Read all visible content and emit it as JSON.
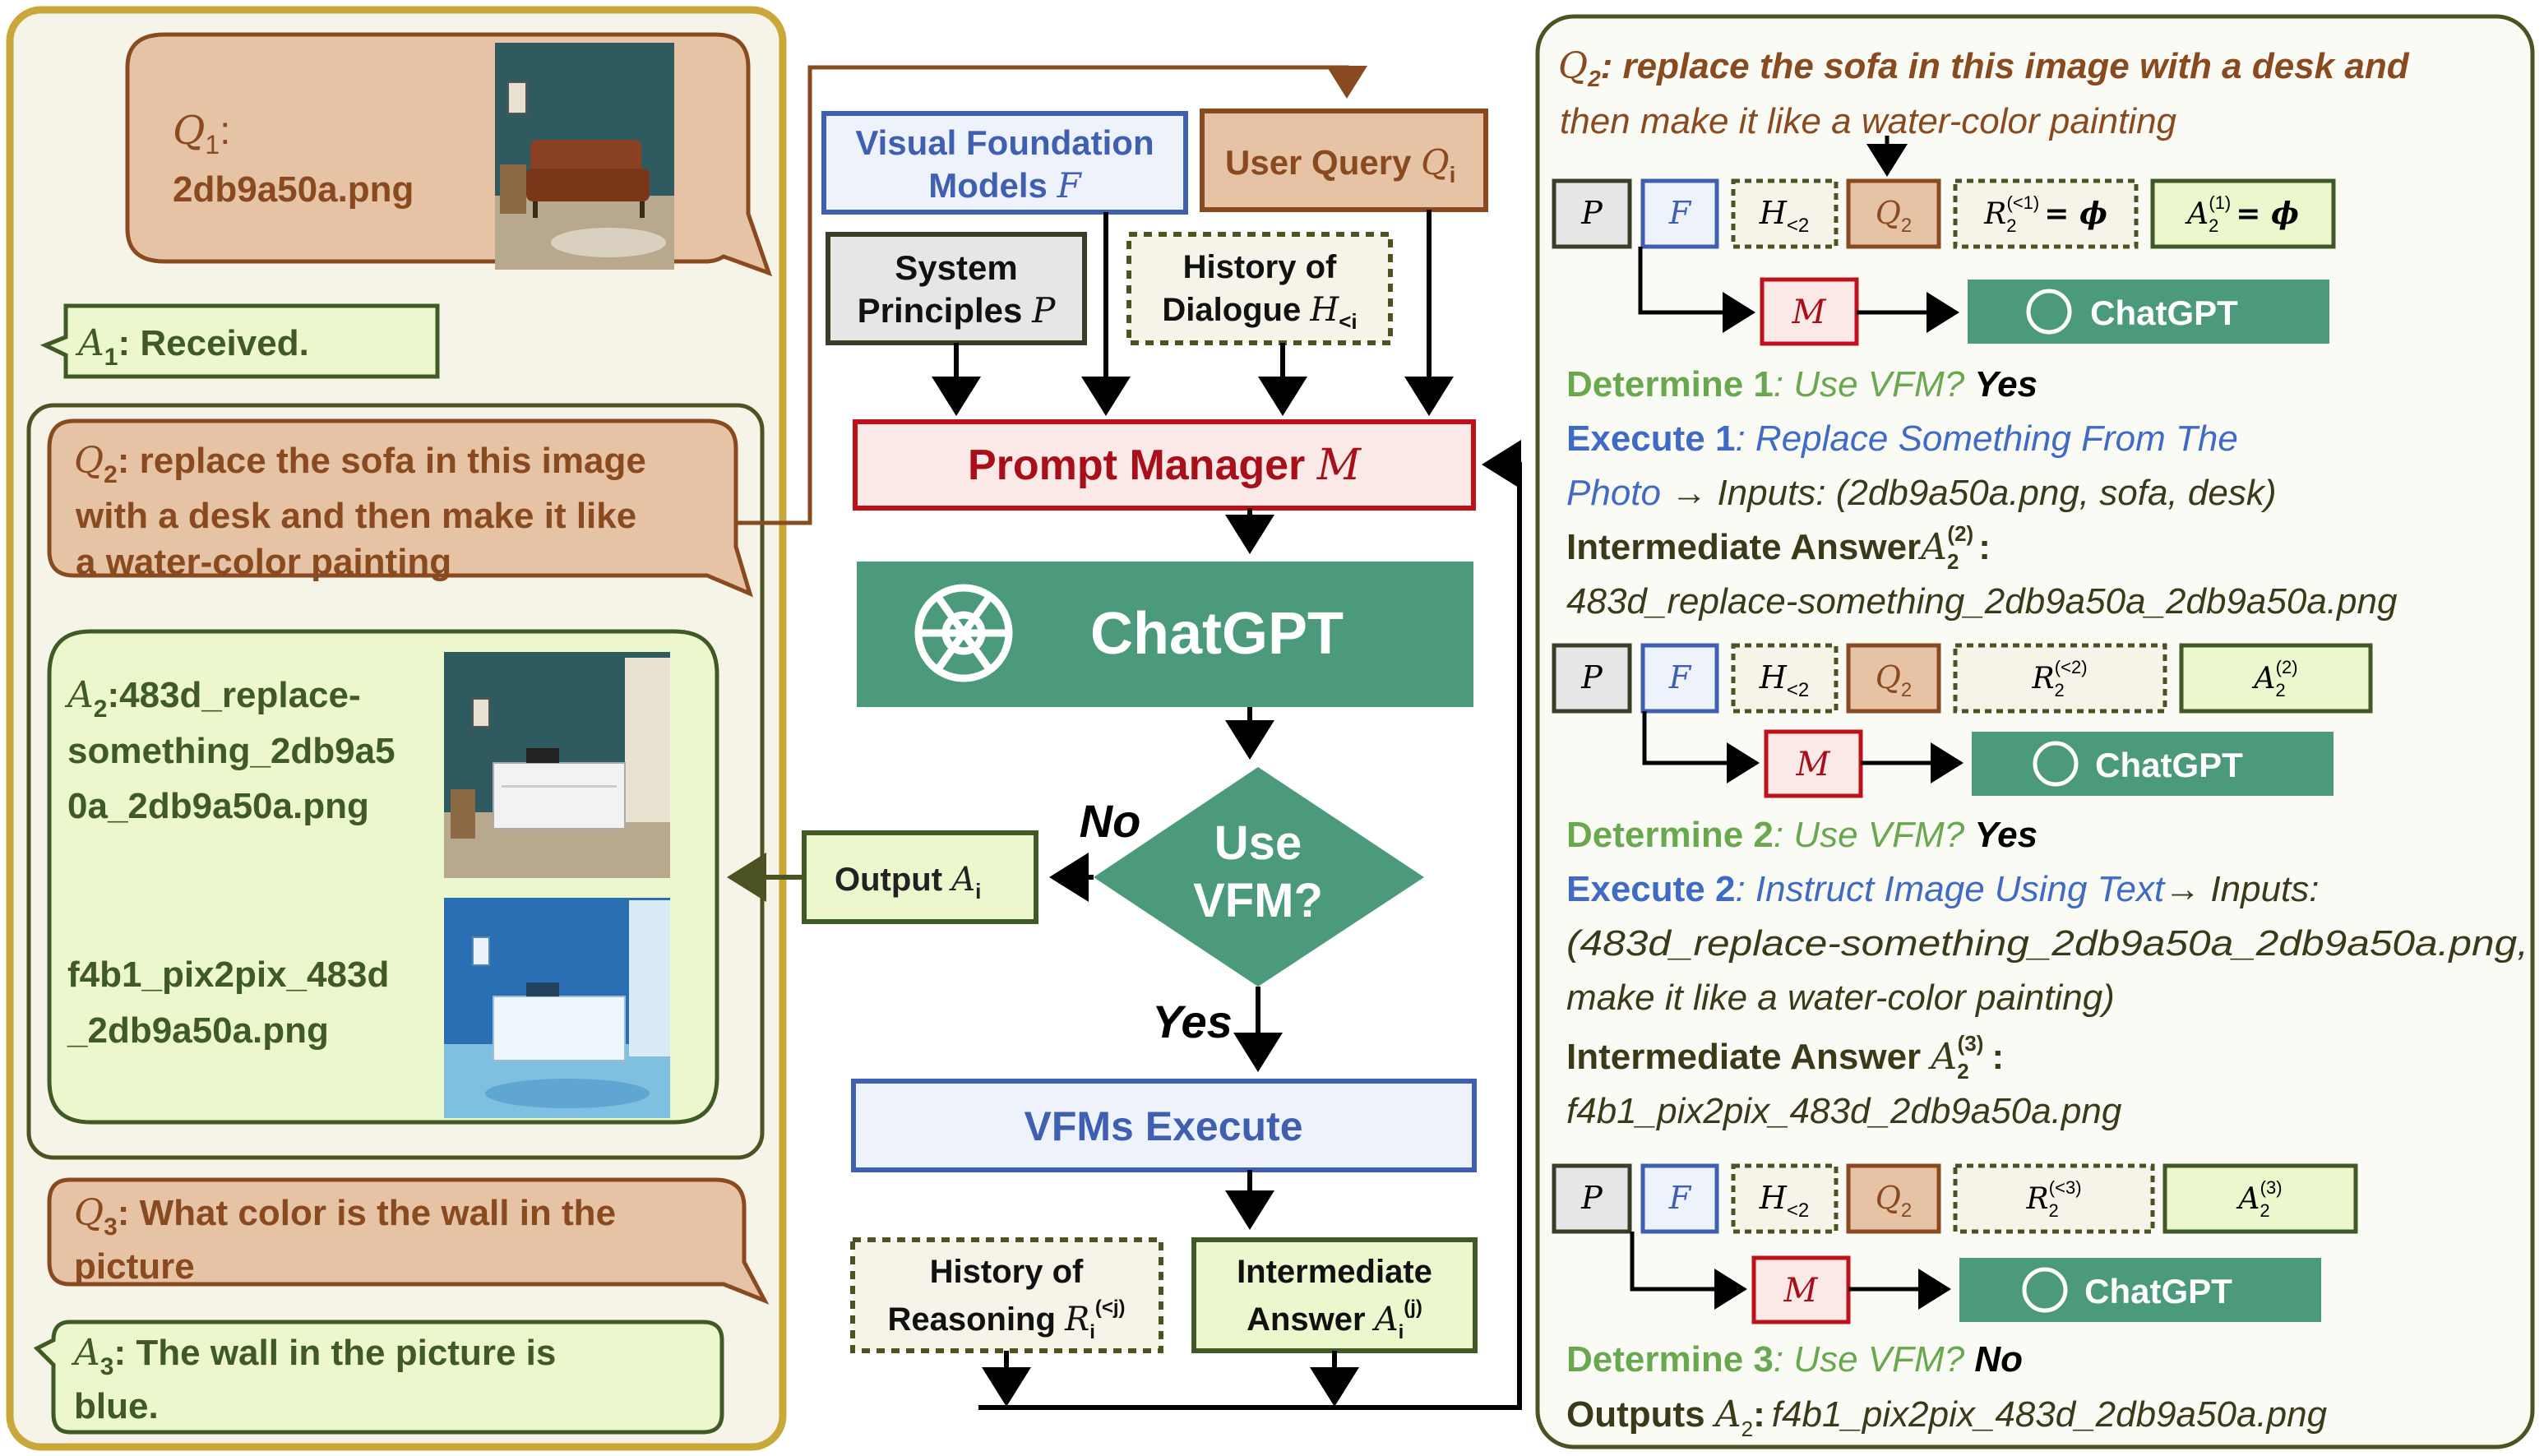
{
  "left_panel": {
    "q1": {
      "sym": "Q",
      "sub": "1",
      "colon": ":",
      "file": "2db9a50a.png"
    },
    "a1": {
      "sym": "A",
      "sub": "1",
      "text": ": Received."
    },
    "q2": {
      "sym": "Q",
      "sub": "2",
      "lines": [
        ": replace the sofa in this image",
        "with a desk and then make it like",
        "a water-color painting"
      ]
    },
    "a2": {
      "sym": "A",
      "sub": "2",
      "lines": [
        ":483d_replace-",
        "something_2db9a5",
        "0a_2db9a50a.png"
      ],
      "file2_lines": [
        "f4b1_pix2pix_483d",
        "_2db9a50a.png"
      ]
    },
    "q3": {
      "sym": "Q",
      "sub": "3",
      "lines": [
        ": What color is the wall in the",
        "picture"
      ]
    },
    "a3": {
      "sym": "A",
      "sub": "3",
      "lines": [
        ": The wall in the picture is",
        "blue."
      ]
    }
  },
  "middle": {
    "vfm": {
      "line1": "Visual Foundation",
      "line2": "Models",
      "sym": "F"
    },
    "user_query": {
      "text": "User Query",
      "sym": "Q",
      "sub": "i"
    },
    "system": {
      "line1": "System",
      "line2": "Principles",
      "sym": "P"
    },
    "history_dialogue": {
      "line1": "History of",
      "line2": "Dialogue",
      "sym": "H",
      "sub": "<i"
    },
    "prompt_manager": {
      "text": "Prompt  Manager",
      "sym": "M"
    },
    "chatgpt": "ChatGPT",
    "decision": {
      "line1": "Use",
      "line2": "VFM?"
    },
    "no_label": "No",
    "yes_label": "Yes",
    "output": {
      "text": "Output",
      "sym": "A",
      "sub": "i"
    },
    "vfms_execute": "VFMs Execute",
    "history_reasoning": {
      "line1": "History of",
      "line2": "Reasoning",
      "sym": "R",
      "sub": "i",
      "sup": "(<j)"
    },
    "intermediate": {
      "line1": "Intermediate",
      "line2": "Answer",
      "sym": "A",
      "sub": "i",
      "sup": "(j)"
    }
  },
  "right_panel": {
    "query": {
      "sym": "Q",
      "sub": "2",
      "line1": ": replace the sofa in this image with a desk and",
      "line2": "then make it like a water-color painting"
    },
    "chips": {
      "p": "P",
      "f": "F",
      "h": "H",
      "h_sub": "<2",
      "q": "Q",
      "q_sub": "2",
      "r": "R",
      "r_sub": "2",
      "m": "M",
      "a": "A",
      "a_sub": "2",
      "phi": "= ϕ"
    },
    "row1": {
      "r_sup": "(<1)",
      "a_sup": "(1)"
    },
    "row2": {
      "r_sup": "(<2)",
      "a_sup": "(2)"
    },
    "row3": {
      "r_sup": "(<3)",
      "a_sup": "(3)"
    },
    "chatgpt": "ChatGPT",
    "step1": {
      "determine_label": "Determine 1",
      "determine_q": ": Use VFM?",
      "determine_a": "Yes",
      "execute_label": "Execute 1",
      "execute_tool_a": ": Replace Something From The",
      "execute_tool_b": "Photo",
      "arrow": "→",
      "inputs": " Inputs: (2db9a50a.png, sofa, desk)",
      "intermediate_label": "Intermediate Answer",
      "ia_sup": "(2)",
      "ia_colon": ":",
      "answer_file": "483d_replace-something_2db9a50a_2db9a50a.png"
    },
    "step2": {
      "determine_label": "Determine 2",
      "determine_q": ": Use VFM?",
      "determine_a": "Yes",
      "execute_label": "Execute 2",
      "execute_tool": ": Instruct Image Using Text",
      "arrow": "→",
      "inputs_a": " Inputs:",
      "inputs_b": "(483d_replace-something_2db9a50a_2db9a50a.png,",
      "inputs_c": "make it like a water-color painting)",
      "intermediate_label": "Intermediate Answer",
      "ia_sup": "(3)",
      "ia_colon": ":",
      "answer_file": "f4b1_pix2pix_483d_2db9a50a.png"
    },
    "step3": {
      "determine_label": "Determine 3",
      "determine_q": ": Use VFM?",
      "determine_a": "No",
      "outputs_label": "Outputs",
      "outputs_sym": "A",
      "outputs_sub": "2",
      "outputs_colon": ":",
      "outputs_file": "f4b1_pix2pix_483d_2db9a50a.png"
    }
  },
  "colors": {
    "panel_gold": "#c9a73a",
    "panel_olive": "#4d5222",
    "query_fill": "#e6c3a5",
    "query_stroke": "#8a4a1f",
    "answer_fill": "#ecf7cd",
    "answer_stroke": "#3f5a24",
    "chatgpt_green": "#4a9a7b",
    "prompt_red": "#c0111b",
    "vfm_blue": "#3f5fb0",
    "determine_green": "#6aa84f",
    "execute_blue": "#3f6bc4",
    "text_dark": "#3a3a1a"
  }
}
